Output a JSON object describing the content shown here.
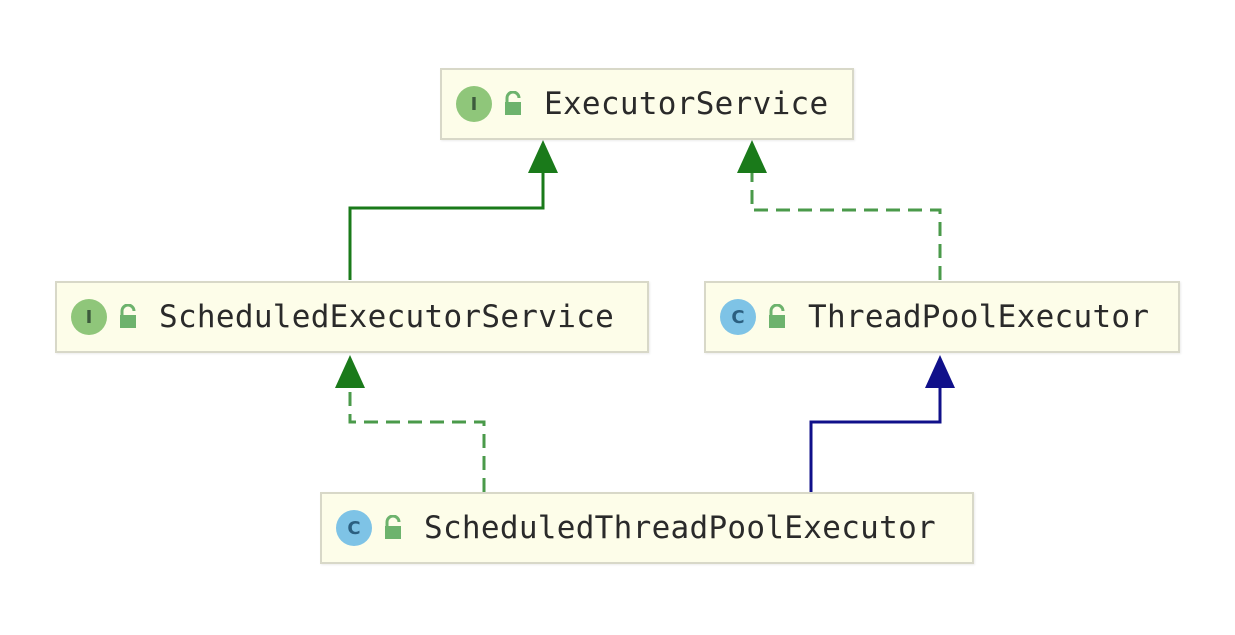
{
  "nodes": [
    {
      "id": "executor-service",
      "name": "ExecutorService",
      "kind": "I"
    },
    {
      "id": "scheduled-executor-service",
      "name": "ScheduledExecutorService",
      "kind": "I"
    },
    {
      "id": "thread-pool-executor",
      "name": "ThreadPoolExecutor",
      "kind": "C"
    },
    {
      "id": "scheduled-thread-pool-executor",
      "name": "ScheduledThreadPoolExecutor",
      "kind": "C"
    }
  ],
  "edges": [
    {
      "from": "scheduled-executor-service",
      "to": "executor-service",
      "type": "extends"
    },
    {
      "from": "thread-pool-executor",
      "to": "executor-service",
      "type": "implements"
    },
    {
      "from": "scheduled-thread-pool-executor",
      "to": "scheduled-executor-service",
      "type": "implements"
    },
    {
      "from": "scheduled-thread-pool-executor",
      "to": "thread-pool-executor",
      "type": "extends"
    }
  ],
  "colors": {
    "interface_extends": "#1a7a1a",
    "implements": "#4a9a4a",
    "class_extends": "#10108a",
    "node_bg": "#fdfde9",
    "node_border": "#d8d8c8",
    "interface_badge": "#8fc67a",
    "class_badge": "#7ec3e6",
    "lock_icon": "#6db36d"
  }
}
